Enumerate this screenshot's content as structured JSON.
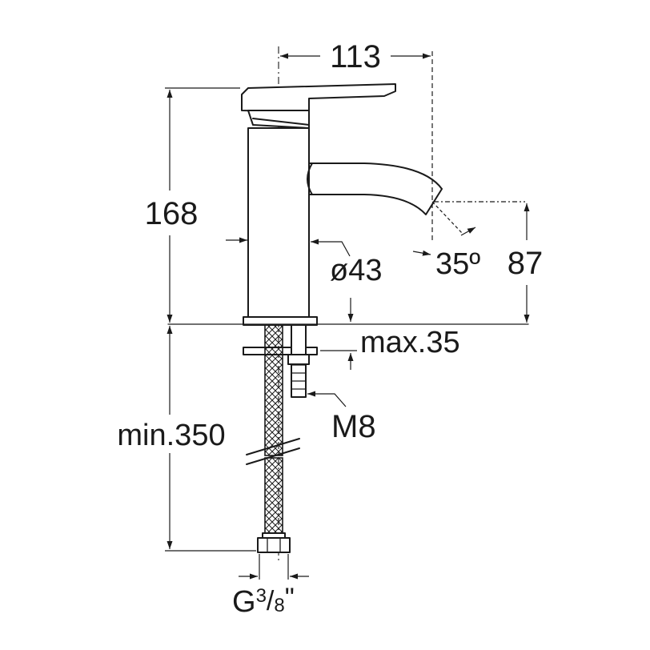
{
  "dimensions": {
    "width_top": "113",
    "height_total": "168",
    "diameter": "ø43",
    "spout_angle": "35º",
    "spout_height": "87",
    "max_thickness": "max.35",
    "stud_thread": "M8",
    "min_hose": "min.350",
    "connection_letter": "G",
    "connection_num": "3",
    "connection_slash": "/",
    "connection_den": "8",
    "connection_quote": "\""
  },
  "colors": {
    "ink": "#1a1a1a",
    "paper": "#ffffff"
  }
}
